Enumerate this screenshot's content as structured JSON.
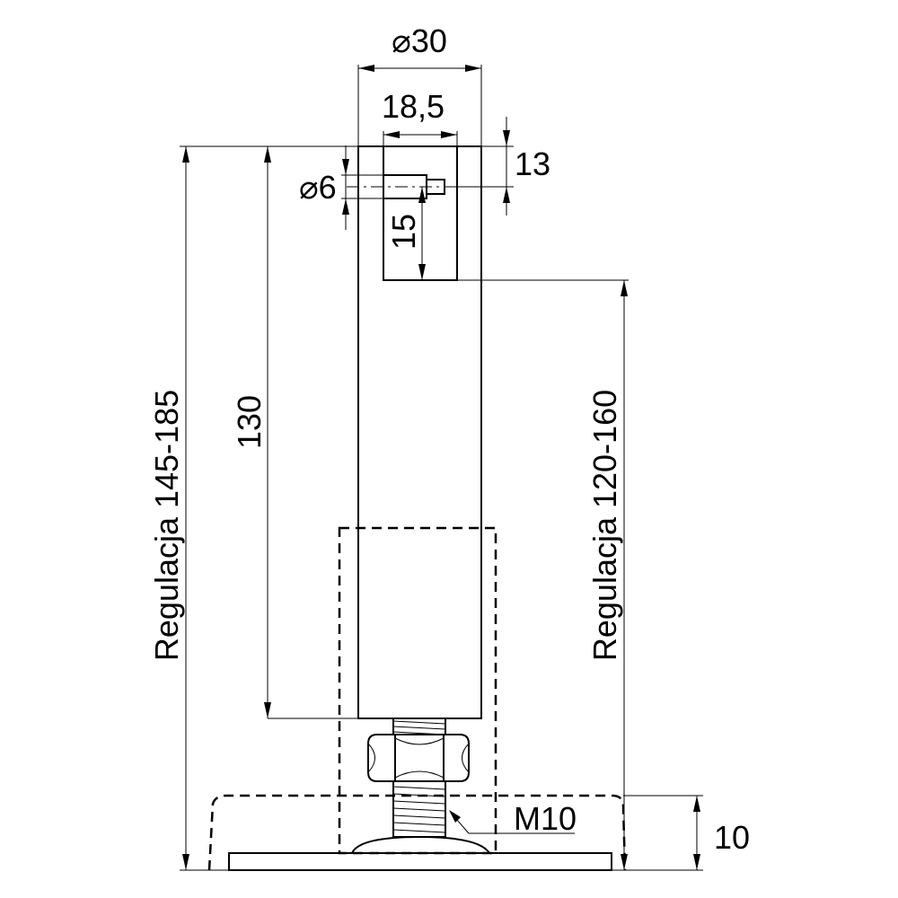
{
  "dimensions": {
    "outer_diameter": "⌀30",
    "slot_width": "18,5",
    "slot_offset": "13",
    "pin_diameter": "⌀6",
    "slot_depth": "15",
    "tube_length": "130",
    "adjust_left": "Regulacja 145-185",
    "adjust_right": "Regulacja 120-160",
    "thread": "M10",
    "base_height": "10"
  }
}
